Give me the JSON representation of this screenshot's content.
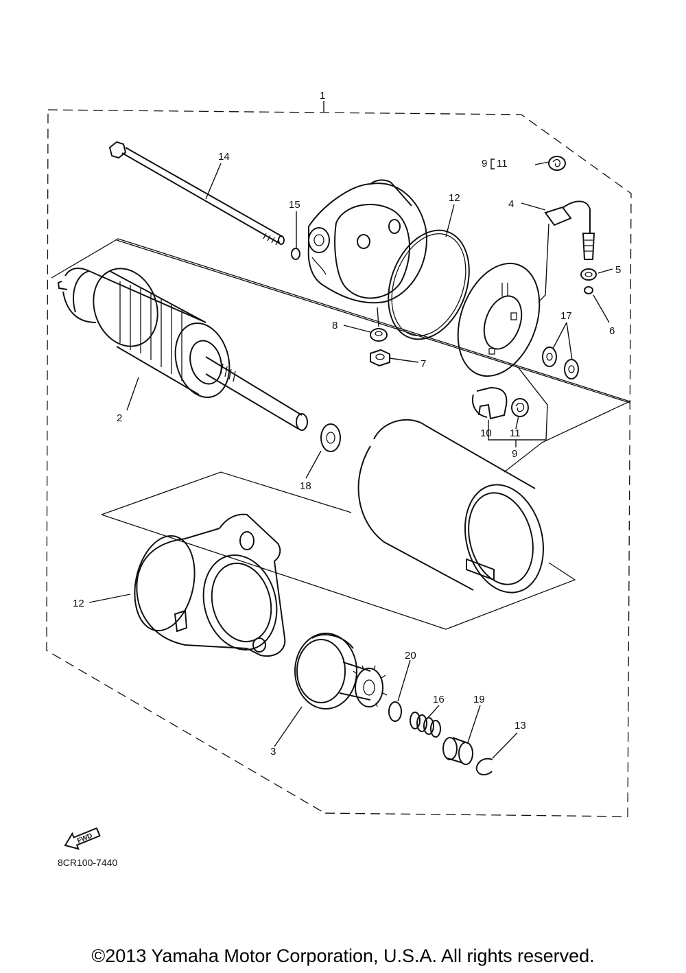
{
  "diagram": {
    "callouts": [
      {
        "key": "c1",
        "text": "1"
      },
      {
        "key": "c2",
        "text": "2"
      },
      {
        "key": "c3",
        "text": "3"
      },
      {
        "key": "c4",
        "text": "4"
      },
      {
        "key": "c5",
        "text": "5"
      },
      {
        "key": "c6",
        "text": "6"
      },
      {
        "key": "c7",
        "text": "7"
      },
      {
        "key": "c8",
        "text": "8"
      },
      {
        "key": "c9a",
        "text": "9"
      },
      {
        "key": "c9b",
        "text": "9"
      },
      {
        "key": "c10",
        "text": "10"
      },
      {
        "key": "c11a",
        "text": "11"
      },
      {
        "key": "c11b",
        "text": "11"
      },
      {
        "key": "c12a",
        "text": "12"
      },
      {
        "key": "c12b",
        "text": "12"
      },
      {
        "key": "c13",
        "text": "13"
      },
      {
        "key": "c14",
        "text": "14"
      },
      {
        "key": "c15",
        "text": "15"
      },
      {
        "key": "c16",
        "text": "16"
      },
      {
        "key": "c17",
        "text": "17"
      },
      {
        "key": "c18",
        "text": "18"
      },
      {
        "key": "c19",
        "text": "19"
      },
      {
        "key": "c20",
        "text": "20"
      }
    ],
    "fwd_arrow_label": "FWD",
    "diagram_code": "8CR100-7440"
  },
  "footer": {
    "copyright": "©2013 Yamaha Motor Corporation, U.S.A. All rights reserved."
  }
}
